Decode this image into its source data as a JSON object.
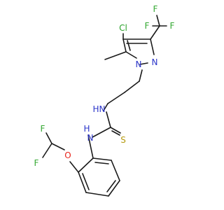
{
  "colors": {
    "bond": "#1a1a1a",
    "carbon": "#1a1a1a",
    "nitrogen": "#2b35c9",
    "chlorine": "#2aa12a",
    "fluorine": "#33a832",
    "sulfur": "#b59a0e",
    "oxygen": "#e8231a",
    "background": "#ffffff"
  },
  "atoms": {
    "cl": "Cl",
    "f_a": "F",
    "f_b": "F",
    "f_c": "F",
    "n_ring_1": "N",
    "n_ring_2": "N",
    "n_link": "N",
    "h_link": "H",
    "s": "S",
    "n_aryl": "N",
    "h_aryl": "H",
    "o": "O",
    "f_d": "F",
    "f_e": "F"
  }
}
